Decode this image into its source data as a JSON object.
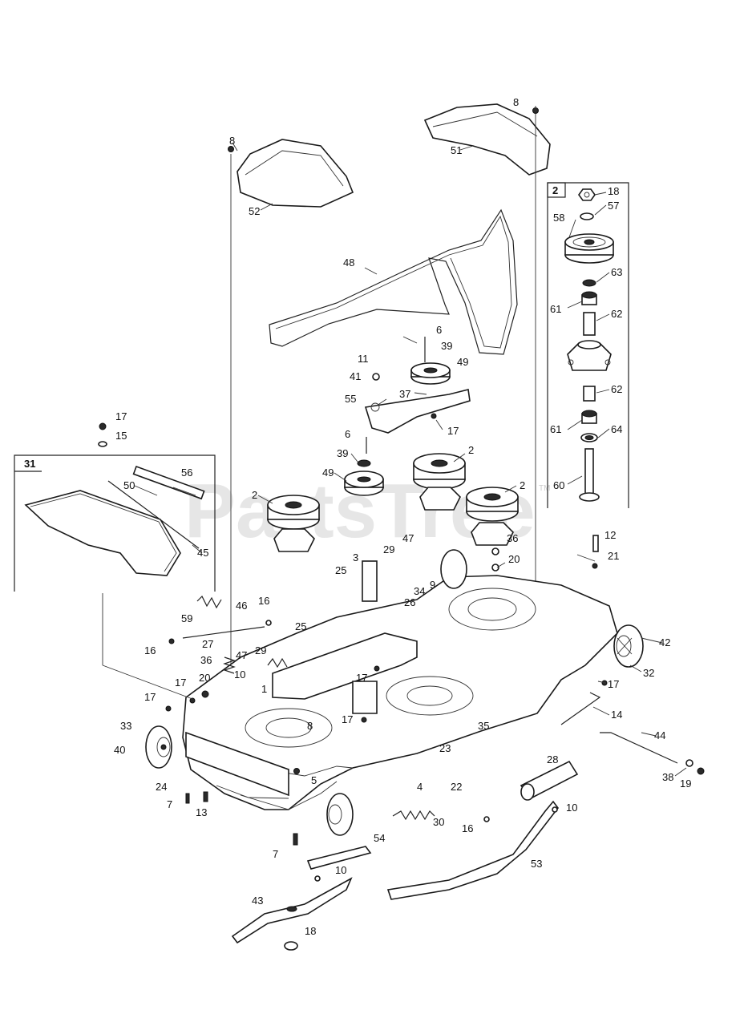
{
  "watermark": {
    "text": "PartsTree",
    "tm": "TM"
  },
  "insets": {
    "inset_2": {
      "id": "2"
    },
    "inset_31": {
      "id": "31"
    }
  },
  "labels": [
    {
      "id": "l8a",
      "text": "8"
    },
    {
      "id": "l8b",
      "text": "8"
    },
    {
      "id": "l8c",
      "text": "8"
    },
    {
      "id": "l51",
      "text": "51"
    },
    {
      "id": "l52",
      "text": "52"
    },
    {
      "id": "l48",
      "text": "48"
    },
    {
      "id": "l18a",
      "text": "18"
    },
    {
      "id": "l57",
      "text": "57"
    },
    {
      "id": "l58",
      "text": "58"
    },
    {
      "id": "l63",
      "text": "63"
    },
    {
      "id": "l61a",
      "text": "61"
    },
    {
      "id": "l62a",
      "text": "62"
    },
    {
      "id": "l62b",
      "text": "62"
    },
    {
      "id": "l61b",
      "text": "61"
    },
    {
      "id": "l64",
      "text": "64"
    },
    {
      "id": "l60",
      "text": "60"
    },
    {
      "id": "l6a",
      "text": "6"
    },
    {
      "id": "l39a",
      "text": "39"
    },
    {
      "id": "l11",
      "text": "11"
    },
    {
      "id": "l49a",
      "text": "49"
    },
    {
      "id": "l41",
      "text": "41"
    },
    {
      "id": "l37",
      "text": "37"
    },
    {
      "id": "l55",
      "text": "55"
    },
    {
      "id": "l17a",
      "text": "17"
    },
    {
      "id": "l17b",
      "text": "17"
    },
    {
      "id": "l15",
      "text": "15"
    },
    {
      "id": "l6b",
      "text": "6"
    },
    {
      "id": "l39b",
      "text": "39"
    },
    {
      "id": "l2a",
      "text": "2"
    },
    {
      "id": "l49b",
      "text": "49"
    },
    {
      "id": "l2b",
      "text": "2"
    },
    {
      "id": "l2c",
      "text": "2"
    },
    {
      "id": "l56",
      "text": "56"
    },
    {
      "id": "l50",
      "text": "50"
    },
    {
      "id": "l45",
      "text": "45"
    },
    {
      "id": "l36a",
      "text": "36"
    },
    {
      "id": "l12",
      "text": "12"
    },
    {
      "id": "l20a",
      "text": "20"
    },
    {
      "id": "l21",
      "text": "21"
    },
    {
      "id": "l47a",
      "text": "47"
    },
    {
      "id": "l29a",
      "text": "29"
    },
    {
      "id": "l3",
      "text": "3"
    },
    {
      "id": "l25a",
      "text": "25"
    },
    {
      "id": "l9",
      "text": "9"
    },
    {
      "id": "l34",
      "text": "34"
    },
    {
      "id": "l26",
      "text": "26"
    },
    {
      "id": "l59",
      "text": "59"
    },
    {
      "id": "l46",
      "text": "46"
    },
    {
      "id": "l16a",
      "text": "16"
    },
    {
      "id": "l16b",
      "text": "16"
    },
    {
      "id": "l25b",
      "text": "25"
    },
    {
      "id": "l42",
      "text": "42"
    },
    {
      "id": "l27",
      "text": "27"
    },
    {
      "id": "l47b",
      "text": "47"
    },
    {
      "id": "l29b",
      "text": "29"
    },
    {
      "id": "l36b",
      "text": "36"
    },
    {
      "id": "l10a",
      "text": "10"
    },
    {
      "id": "l1",
      "text": "1"
    },
    {
      "id": "l32",
      "text": "32"
    },
    {
      "id": "l17c",
      "text": "17"
    },
    {
      "id": "l17d",
      "text": "17"
    },
    {
      "id": "l20b",
      "text": "20"
    },
    {
      "id": "l17e",
      "text": "17"
    },
    {
      "id": "l14",
      "text": "14"
    },
    {
      "id": "l17f",
      "text": "17"
    },
    {
      "id": "l33",
      "text": "33"
    },
    {
      "id": "l35",
      "text": "35"
    },
    {
      "id": "l23",
      "text": "23"
    },
    {
      "id": "l44",
      "text": "44"
    },
    {
      "id": "l40",
      "text": "40"
    },
    {
      "id": "l17g",
      "text": "17"
    },
    {
      "id": "l28",
      "text": "28"
    },
    {
      "id": "l24",
      "text": "24"
    },
    {
      "id": "l5",
      "text": "5"
    },
    {
      "id": "l4",
      "text": "4"
    },
    {
      "id": "l22",
      "text": "22"
    },
    {
      "id": "l38",
      "text": "38"
    },
    {
      "id": "l19",
      "text": "19"
    },
    {
      "id": "l7a",
      "text": "7"
    },
    {
      "id": "l13",
      "text": "13"
    },
    {
      "id": "l10b",
      "text": "10"
    },
    {
      "id": "l30",
      "text": "30"
    },
    {
      "id": "l16c",
      "text": "16"
    },
    {
      "id": "l54",
      "text": "54"
    },
    {
      "id": "l7b",
      "text": "7"
    },
    {
      "id": "l53",
      "text": "53"
    },
    {
      "id": "l10c",
      "text": "10"
    },
    {
      "id": "l43",
      "text": "43"
    },
    {
      "id": "l18b",
      "text": "18"
    }
  ]
}
